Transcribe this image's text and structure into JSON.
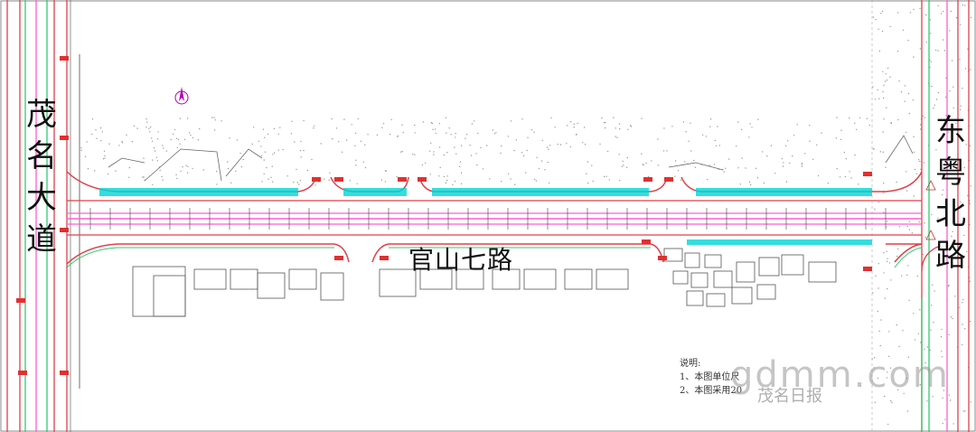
{
  "map": {
    "roads": {
      "left": "茂名大道",
      "right": "东粤北路",
      "main": "官山七路"
    },
    "notes": {
      "title": "说明:",
      "line1": "1、本图单位尺",
      "line2": "2、本图采用20"
    },
    "watermark": {
      "text": "gdmm.com",
      "sub": "茂名日报"
    },
    "colors": {
      "road_edge": "#e0404a",
      "greenway": "#00d6d6",
      "centerline": "#ff5fd0",
      "buildings": "#555555",
      "curb": "#2ecc71"
    },
    "icons": [
      "north-arrow-icon",
      "tree-icon"
    ]
  }
}
